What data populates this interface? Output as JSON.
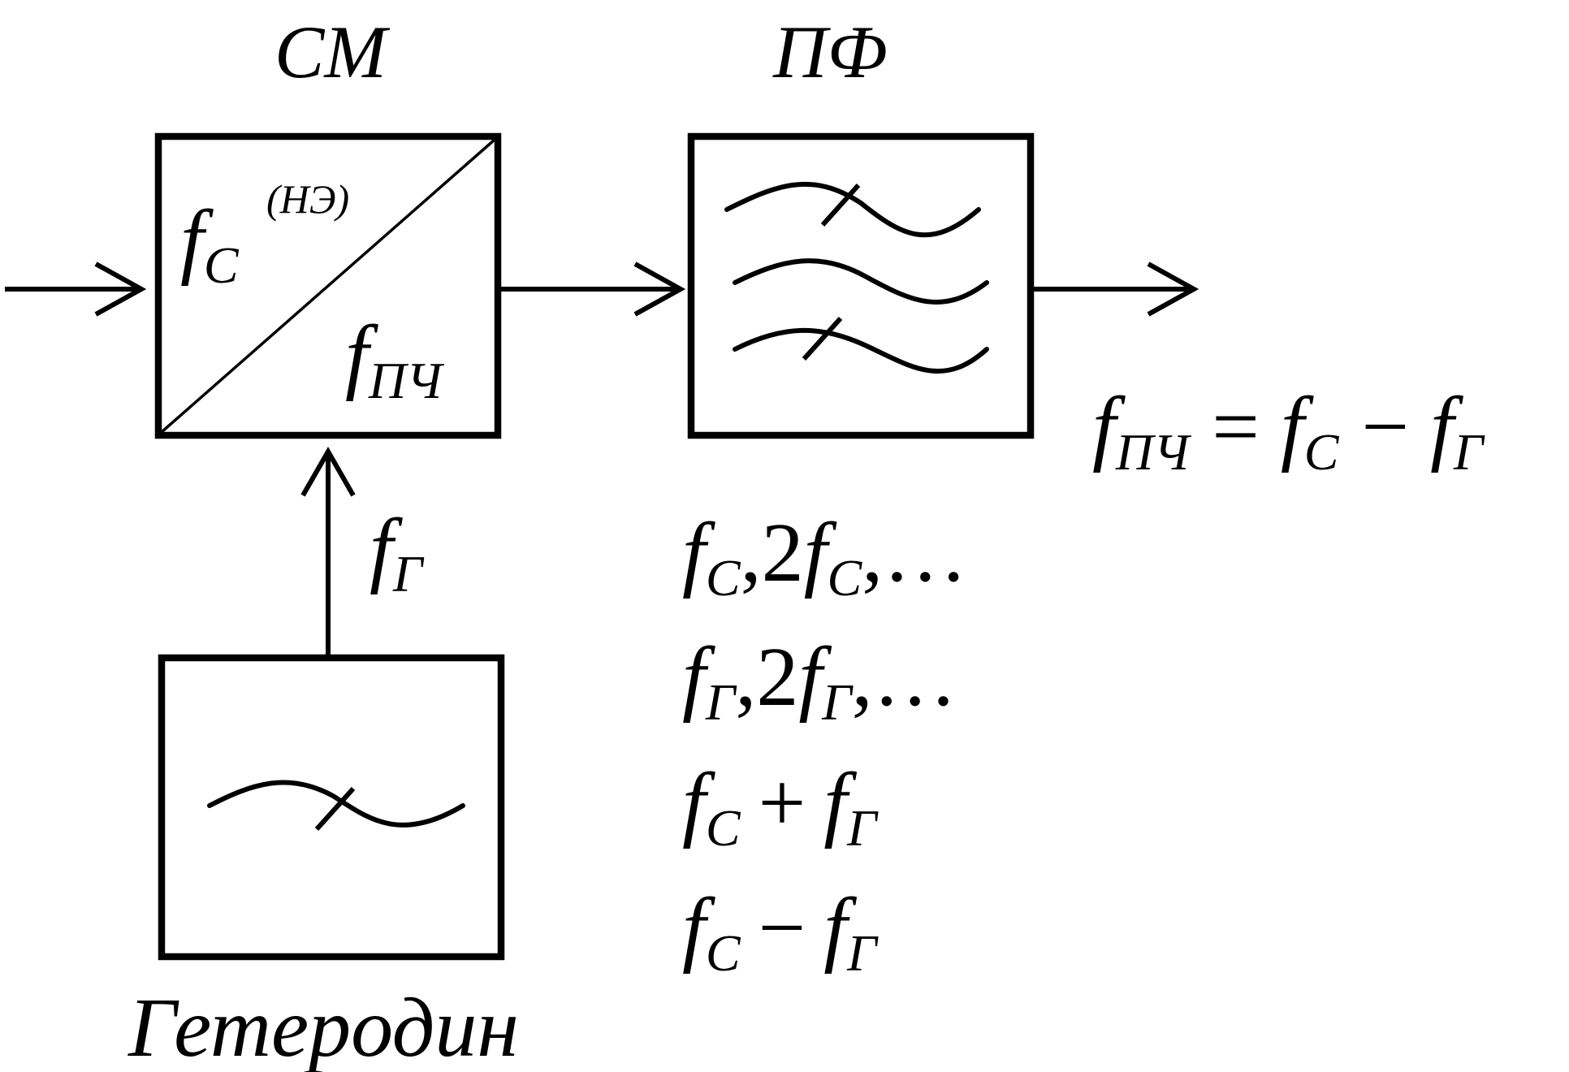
{
  "blocks": {
    "mixer": {
      "title": "СМ",
      "nonlinear_label": "(НЭ)"
    },
    "filter": {
      "title": "ПФ"
    },
    "oscillator": {
      "caption": "Гетеродин"
    }
  },
  "symbols": {
    "f": "f",
    "sub_signal": "C",
    "sub_if": "ПЧ",
    "sub_lo": "Г",
    "equals": "=",
    "minus": "−",
    "plus": "+",
    "two": "2",
    "comma": ",",
    "ellipsis": "…",
    "comma_ellipsis": ",…"
  },
  "spectrum_lines": [
    "f_C, 2f_C, …",
    "f_Г, 2f_Г, …",
    "f_C + f_Г",
    "f_C − f_Г"
  ],
  "output_formula": "f_ПЧ = f_C − f_Г"
}
